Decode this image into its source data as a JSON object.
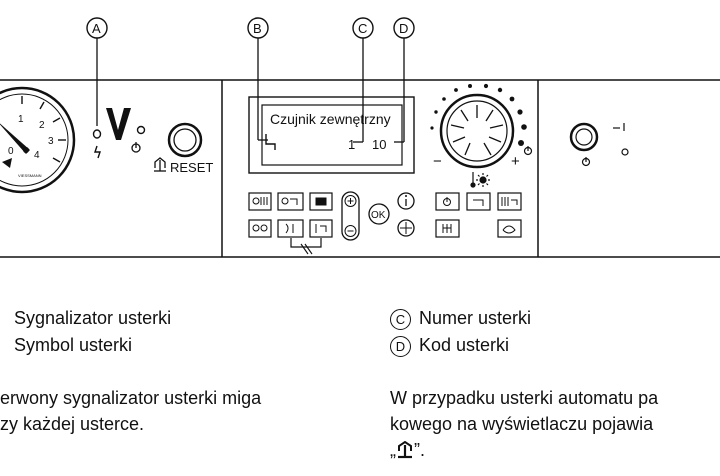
{
  "callouts": {
    "a": "A",
    "b": "B",
    "c": "C",
    "d": "D"
  },
  "panel": {
    "reset_label": "RESET",
    "display_text": "Czujnik zewnętrzny",
    "display_fault_number": "1",
    "display_fault_code": "10",
    "gauge_ticks": [
      "1",
      "2",
      "3",
      "0",
      "4"
    ],
    "brand": "VIESSMANN",
    "dial_minus": "−",
    "dial_plus": "+"
  },
  "legend": {
    "a_text": "Sygnalizator usterki",
    "b_text": "Symbol usterki",
    "c_text": "Numer usterki",
    "d_text": "Kod usterki"
  },
  "paragraphs": {
    "left_line1": "erwony sygnalizator usterki miga",
    "left_line2": "zy każdej usterce.",
    "right_line1": "W przypadku usterki automatu pa",
    "right_line2": "kowego na wyświetlaczu pojawia",
    "right_line3": "„",
    "right_line3_end": "”."
  }
}
